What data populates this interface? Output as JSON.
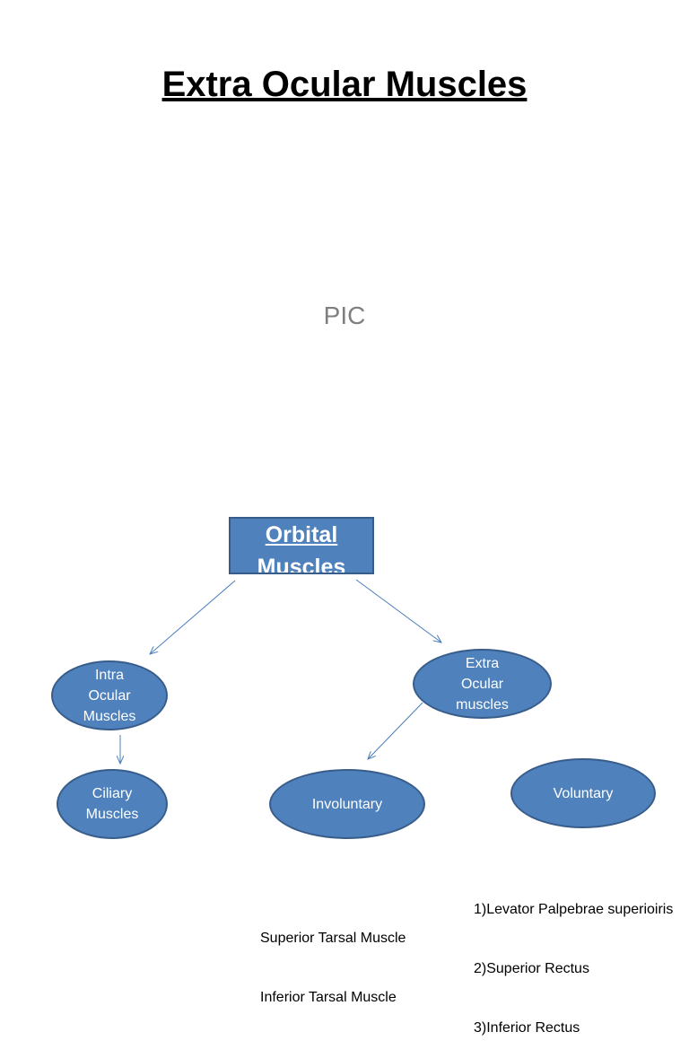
{
  "page": {
    "title": "Extra Ocular Muscles",
    "placeholder": "PIC"
  },
  "diagram": {
    "root": "Orbital\nMuscles",
    "intra": "Intra\nOcular\nMuscles",
    "extra": "Extra\nOcular\nmuscles",
    "ciliary": "Ciliary\nMuscles",
    "involuntary": "Involuntary",
    "voluntary": "Voluntary"
  },
  "lists": {
    "involuntary_items": [
      "Superior Tarsal Muscle",
      "Inferior Tarsal Muscle"
    ],
    "voluntary_items": [
      "1)Levator Palpebrae superioiris",
      "2)Superior Rectus",
      "3)Inferior Rectus"
    ]
  },
  "colors": {
    "node_fill": "#4f81bd",
    "node_border": "#385d8a",
    "connector": "#4a7ebb"
  }
}
